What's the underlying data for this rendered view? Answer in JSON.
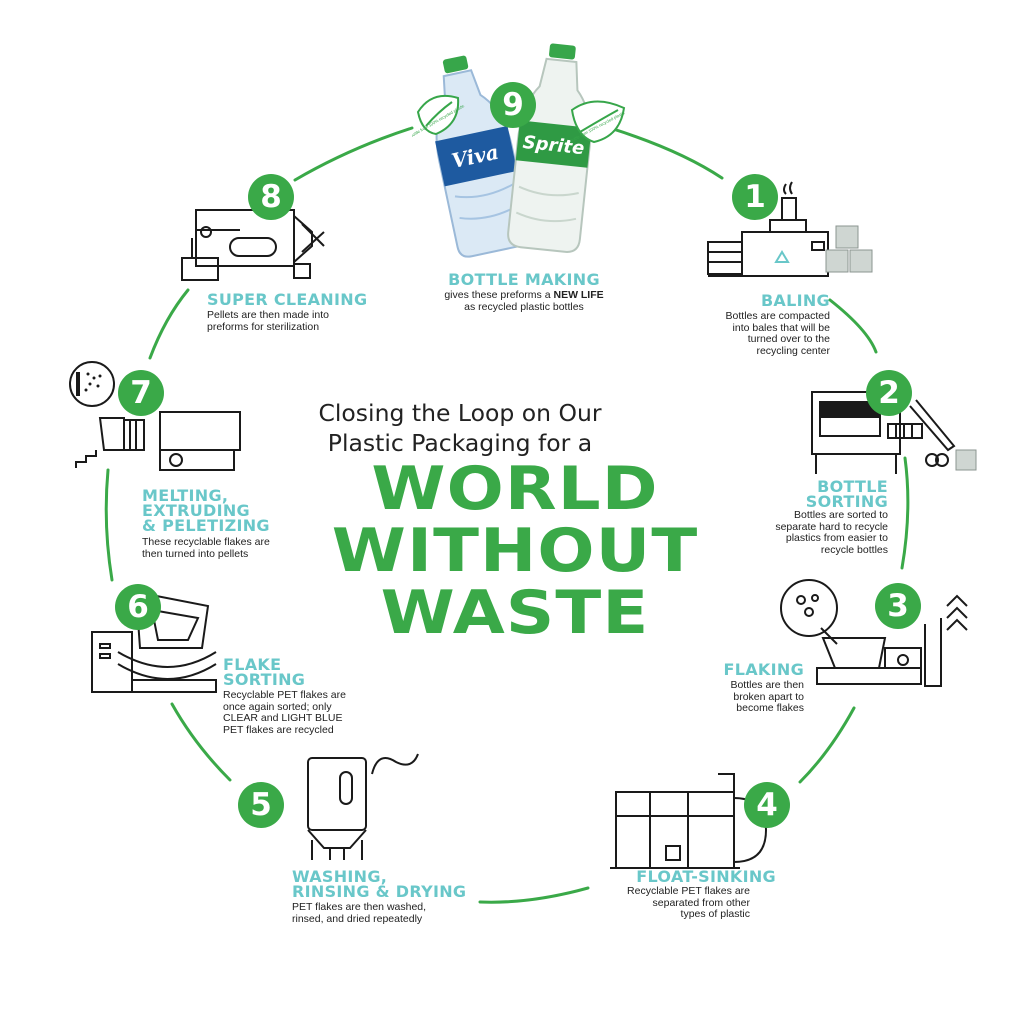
{
  "center": {
    "intro_line1": "Closing the Loop on Our",
    "intro_line2": "Plastic Packaging for a",
    "big_line1": "WORLD",
    "big_line2": "WITHOUT",
    "big_line3": "WASTE"
  },
  "steps": [
    {
      "number": "1",
      "title_lines": [
        "BALING"
      ],
      "desc_lines": [
        "Bottles are compacted",
        "into bales that will be",
        "turned over to the",
        "recycling center"
      ]
    },
    {
      "number": "2",
      "title_lines": [
        "BOTTLE",
        "SORTING"
      ],
      "desc_lines": [
        "Bottles are sorted to",
        "separate hard to recycle",
        "plastics from easier to",
        "recycle bottles"
      ]
    },
    {
      "number": "3",
      "title_lines": [
        "FLAKING"
      ],
      "desc_lines": [
        "Bottles are then",
        "broken apart to",
        "become flakes"
      ]
    },
    {
      "number": "4",
      "title_lines": [
        "FLOAT-SINKING"
      ],
      "desc_lines": [
        "Recyclable PET flakes are",
        "separated from other",
        "types of plastic"
      ]
    },
    {
      "number": "5",
      "title_lines": [
        "WASHING,",
        "RINSING & DRYING"
      ],
      "desc_lines": [
        "PET flakes are then washed,",
        "rinsed, and dried repeatedly"
      ]
    },
    {
      "number": "6",
      "title_lines": [
        "FLAKE",
        "SORTING"
      ],
      "desc_lines": [
        "Recyclable PET flakes are",
        "once again sorted; only",
        "CLEAR and LIGHT BLUE",
        "PET flakes are recycled"
      ]
    },
    {
      "number": "7",
      "title_lines": [
        "MELTING,",
        "EXTRUDING",
        "& PELETIZING"
      ],
      "desc_lines": [
        "These recyclable flakes are",
        "then turned into pellets"
      ]
    },
    {
      "number": "8",
      "title_lines": [
        "SUPER CLEANING"
      ],
      "desc_lines": [
        "Pellets are then made into",
        "preforms for sterilization"
      ]
    },
    {
      "number": "9",
      "title_lines": [
        "BOTTLE MAKING"
      ],
      "desc_pre": "gives these preforms a ",
      "desc_emph": "NEW LIFE",
      "desc_line2": "as recycled plastic bottles"
    }
  ],
  "bottles": {
    "left_brand": "Viva",
    "right_brand": "Sprite",
    "left_label": "bottle from 100% recycled plastic",
    "right_label": "bottle from 100% recycled plastic"
  },
  "colors": {
    "green": "#3aa948",
    "teal": "#69c7c9",
    "ink": "#1a1a1a",
    "bottle_blue": "#1e5aa0"
  }
}
